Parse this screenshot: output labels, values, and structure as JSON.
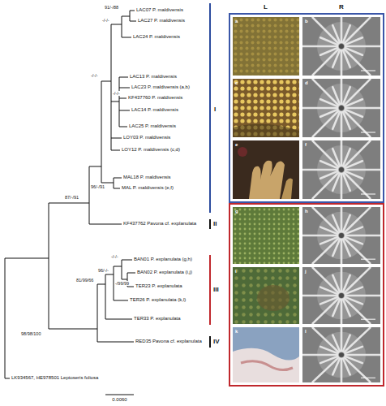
{
  "diagram": {
    "labels": [
      "LAC07 P. maldivensis",
      "LAC27 P. maldivensis",
      "LAC24 P. maldivensis",
      "LAC13 P. maldivensis",
      "LAC23 P. maldivensis (a,b)",
      "KF437760 P. maldivensis",
      "LAC14 P. maldivensis",
      "LAC25 P. maldivensis",
      "LOY03 P. maldivensis",
      "LOY12 P. maldivensis (c,d)",
      "MAL18 P. maldivensis",
      "MAL P. maldivensis (e,f)",
      "KF437762 Pavona cf. explanulata",
      "BAN01 P. explanulata (g,h)",
      "BAN02 P. explanulata (i,j)",
      "TER23 P. explanulata",
      "TER26 P. explanulata (k,l)",
      "TER33 P. explanulata",
      "RED35 Pavona cf. explanulata",
      "LK934567, HE978501 Leptoseris foliosa",
      "91/-/88",
      "-/-/-",
      "-/-/-",
      "-/-/-",
      "87/-/91",
      "96/-/91",
      "98/98/100",
      "81/99/66",
      "96/-/-",
      "-/-/-",
      "-/99/99",
      "I",
      "II",
      "III",
      "IV",
      "L",
      "R",
      "a",
      "b",
      "c",
      "d",
      "e",
      "f",
      "g",
      "h",
      "i",
      "j",
      "k",
      "l",
      "0.0060"
    ]
  }
}
